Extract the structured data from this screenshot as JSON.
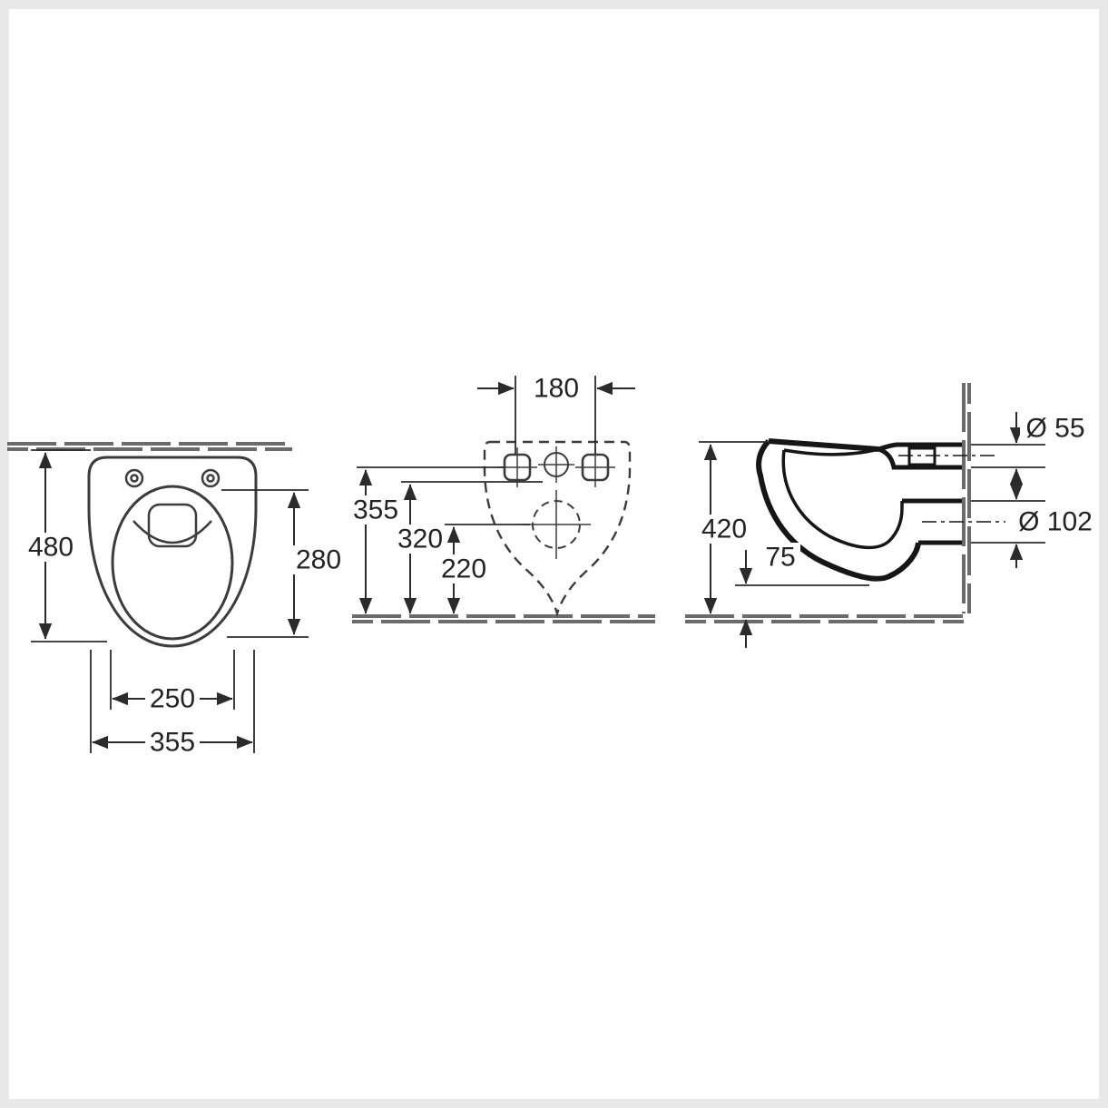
{
  "colors": {
    "frame": "#e8e8e8",
    "canvas": "#ffffff",
    "ink": "#2b2b2b",
    "profile": "#161616",
    "hatch": "#6b6b6b"
  },
  "views": {
    "top": {
      "dims": {
        "depth": "480",
        "bowl_length": "280",
        "seat_width": "250",
        "width": "355"
      }
    },
    "rear": {
      "dims": {
        "hole_spacing": "180",
        "fixing_height": "355",
        "inlet_height": "320",
        "outlet_height": "220"
      }
    },
    "side": {
      "dims": {
        "height": "420",
        "outlet_floor_height": "75",
        "inlet_diameter": "Ø 55",
        "outlet_diameter": "Ø 102"
      }
    }
  }
}
